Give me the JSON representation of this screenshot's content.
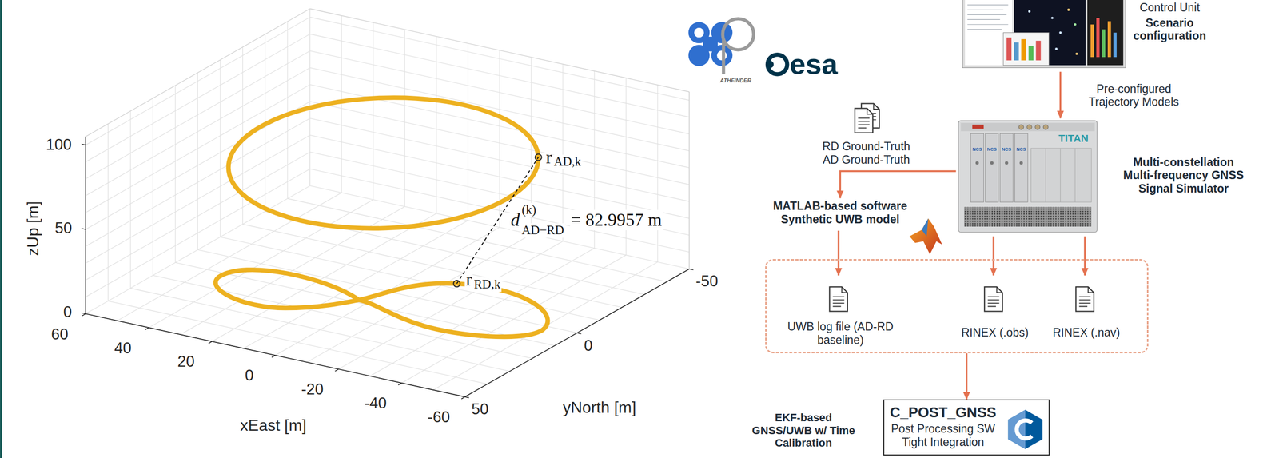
{
  "diagram": {
    "nodes": [
      {
        "text": [
          "Control Unit",
          "Scenario configuration"
        ]
      },
      {
        "text": [
          "Multi-constellation Multi-frequency GNSS Signal Simulator"
        ]
      },
      {
        "text": [
          "MATLAB-based software Synthetic UWB model"
        ]
      },
      {
        "text": []
      },
      {
        "text": [
          "UWB log file (AD-RD baseline)"
        ],
        "in": 3
      },
      {
        "text": [
          "RINEX (.obs)"
        ],
        "in": 3
      },
      {
        "text": [
          "RINEX (.nav)"
        ],
        "in": 3
      },
      {
        "text": [
          "C_POST_GNSS",
          "Post Processing SW Tight Integration"
        ]
      }
    ],
    "edges": [
      {
        "from": 0,
        "to": 1,
        "label": "Pre-configured Trajectory Models",
        "arrow": "to"
      },
      {
        "from": 1,
        "to": 2,
        "label": "RD Ground-Truth AD Ground-Truth",
        "arrow": "to"
      },
      {
        "from": 2,
        "to": 4,
        "arrow": "to"
      },
      {
        "from": 1,
        "to": 5,
        "arrow": "to"
      },
      {
        "from": 1,
        "to": 6,
        "arrow": "to"
      },
      {
        "from": 3,
        "to": 7,
        "arrow": "to"
      }
    ],
    "labels": [
      "100",
      "50",
      "0",
      "zUp [m]",
      "60",
      "40",
      "20",
      "0",
      "-20",
      "-40",
      "-60",
      "xEast [m]",
      "50",
      "0",
      "-50",
      "yNorth [m]",
      "r",
      "AD,k",
      "r",
      "RD,k",
      "d",
      "(k)",
      "AD−RD",
      "= 82.9957 m",
      "ATHFINDER",
      "esa",
      "TITAN",
      "NCS",
      "NCS",
      "NCS",
      "NCS",
      "EKF-based GNSS/UWB w/ Time Calibration"
    ]
  }
}
